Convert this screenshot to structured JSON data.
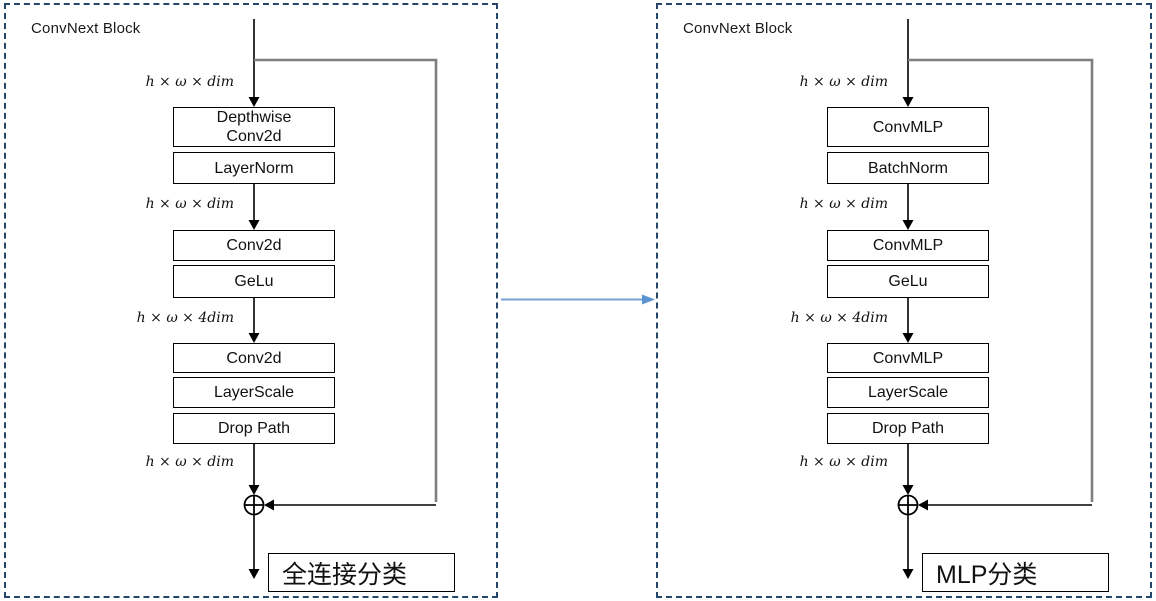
{
  "panels": [
    {
      "title": "ConvNext Block",
      "dim_labels": [
        "h × ω × dim",
        "h × ω × dim",
        "h × ω × 4dim",
        "h × ω × dim"
      ],
      "boxes": [
        {
          "label": "Depthwise\nConv2d"
        },
        {
          "label": "LayerNorm"
        },
        {
          "label": "Conv2d"
        },
        {
          "label": "GeLu"
        },
        {
          "label": "Conv2d"
        },
        {
          "label": "LayerScale"
        },
        {
          "label": "Drop Path"
        }
      ],
      "output_label": "全连接分类"
    },
    {
      "title": "ConvNext Block",
      "dim_labels": [
        "h × ω × dim",
        "h × ω × dim",
        "h × ω × 4dim",
        "h × ω × dim"
      ],
      "boxes": [
        {
          "label": "ConvMLP"
        },
        {
          "label": "BatchNorm"
        },
        {
          "label": "ConvMLP"
        },
        {
          "label": "GeLu"
        },
        {
          "label": "ConvMLP"
        },
        {
          "label": "LayerScale"
        },
        {
          "label": "Drop Path"
        }
      ],
      "output_label": "MLP分类"
    }
  ],
  "icons": {
    "sum_node": "⊕",
    "flow_arrow": "→"
  },
  "colors": {
    "panel_border": "#24466b",
    "box_border": "#000000",
    "connector": "#000000",
    "skip_line": "#7f7f7f",
    "flow_arrow": "#74a2d8",
    "text": "#111111"
  }
}
